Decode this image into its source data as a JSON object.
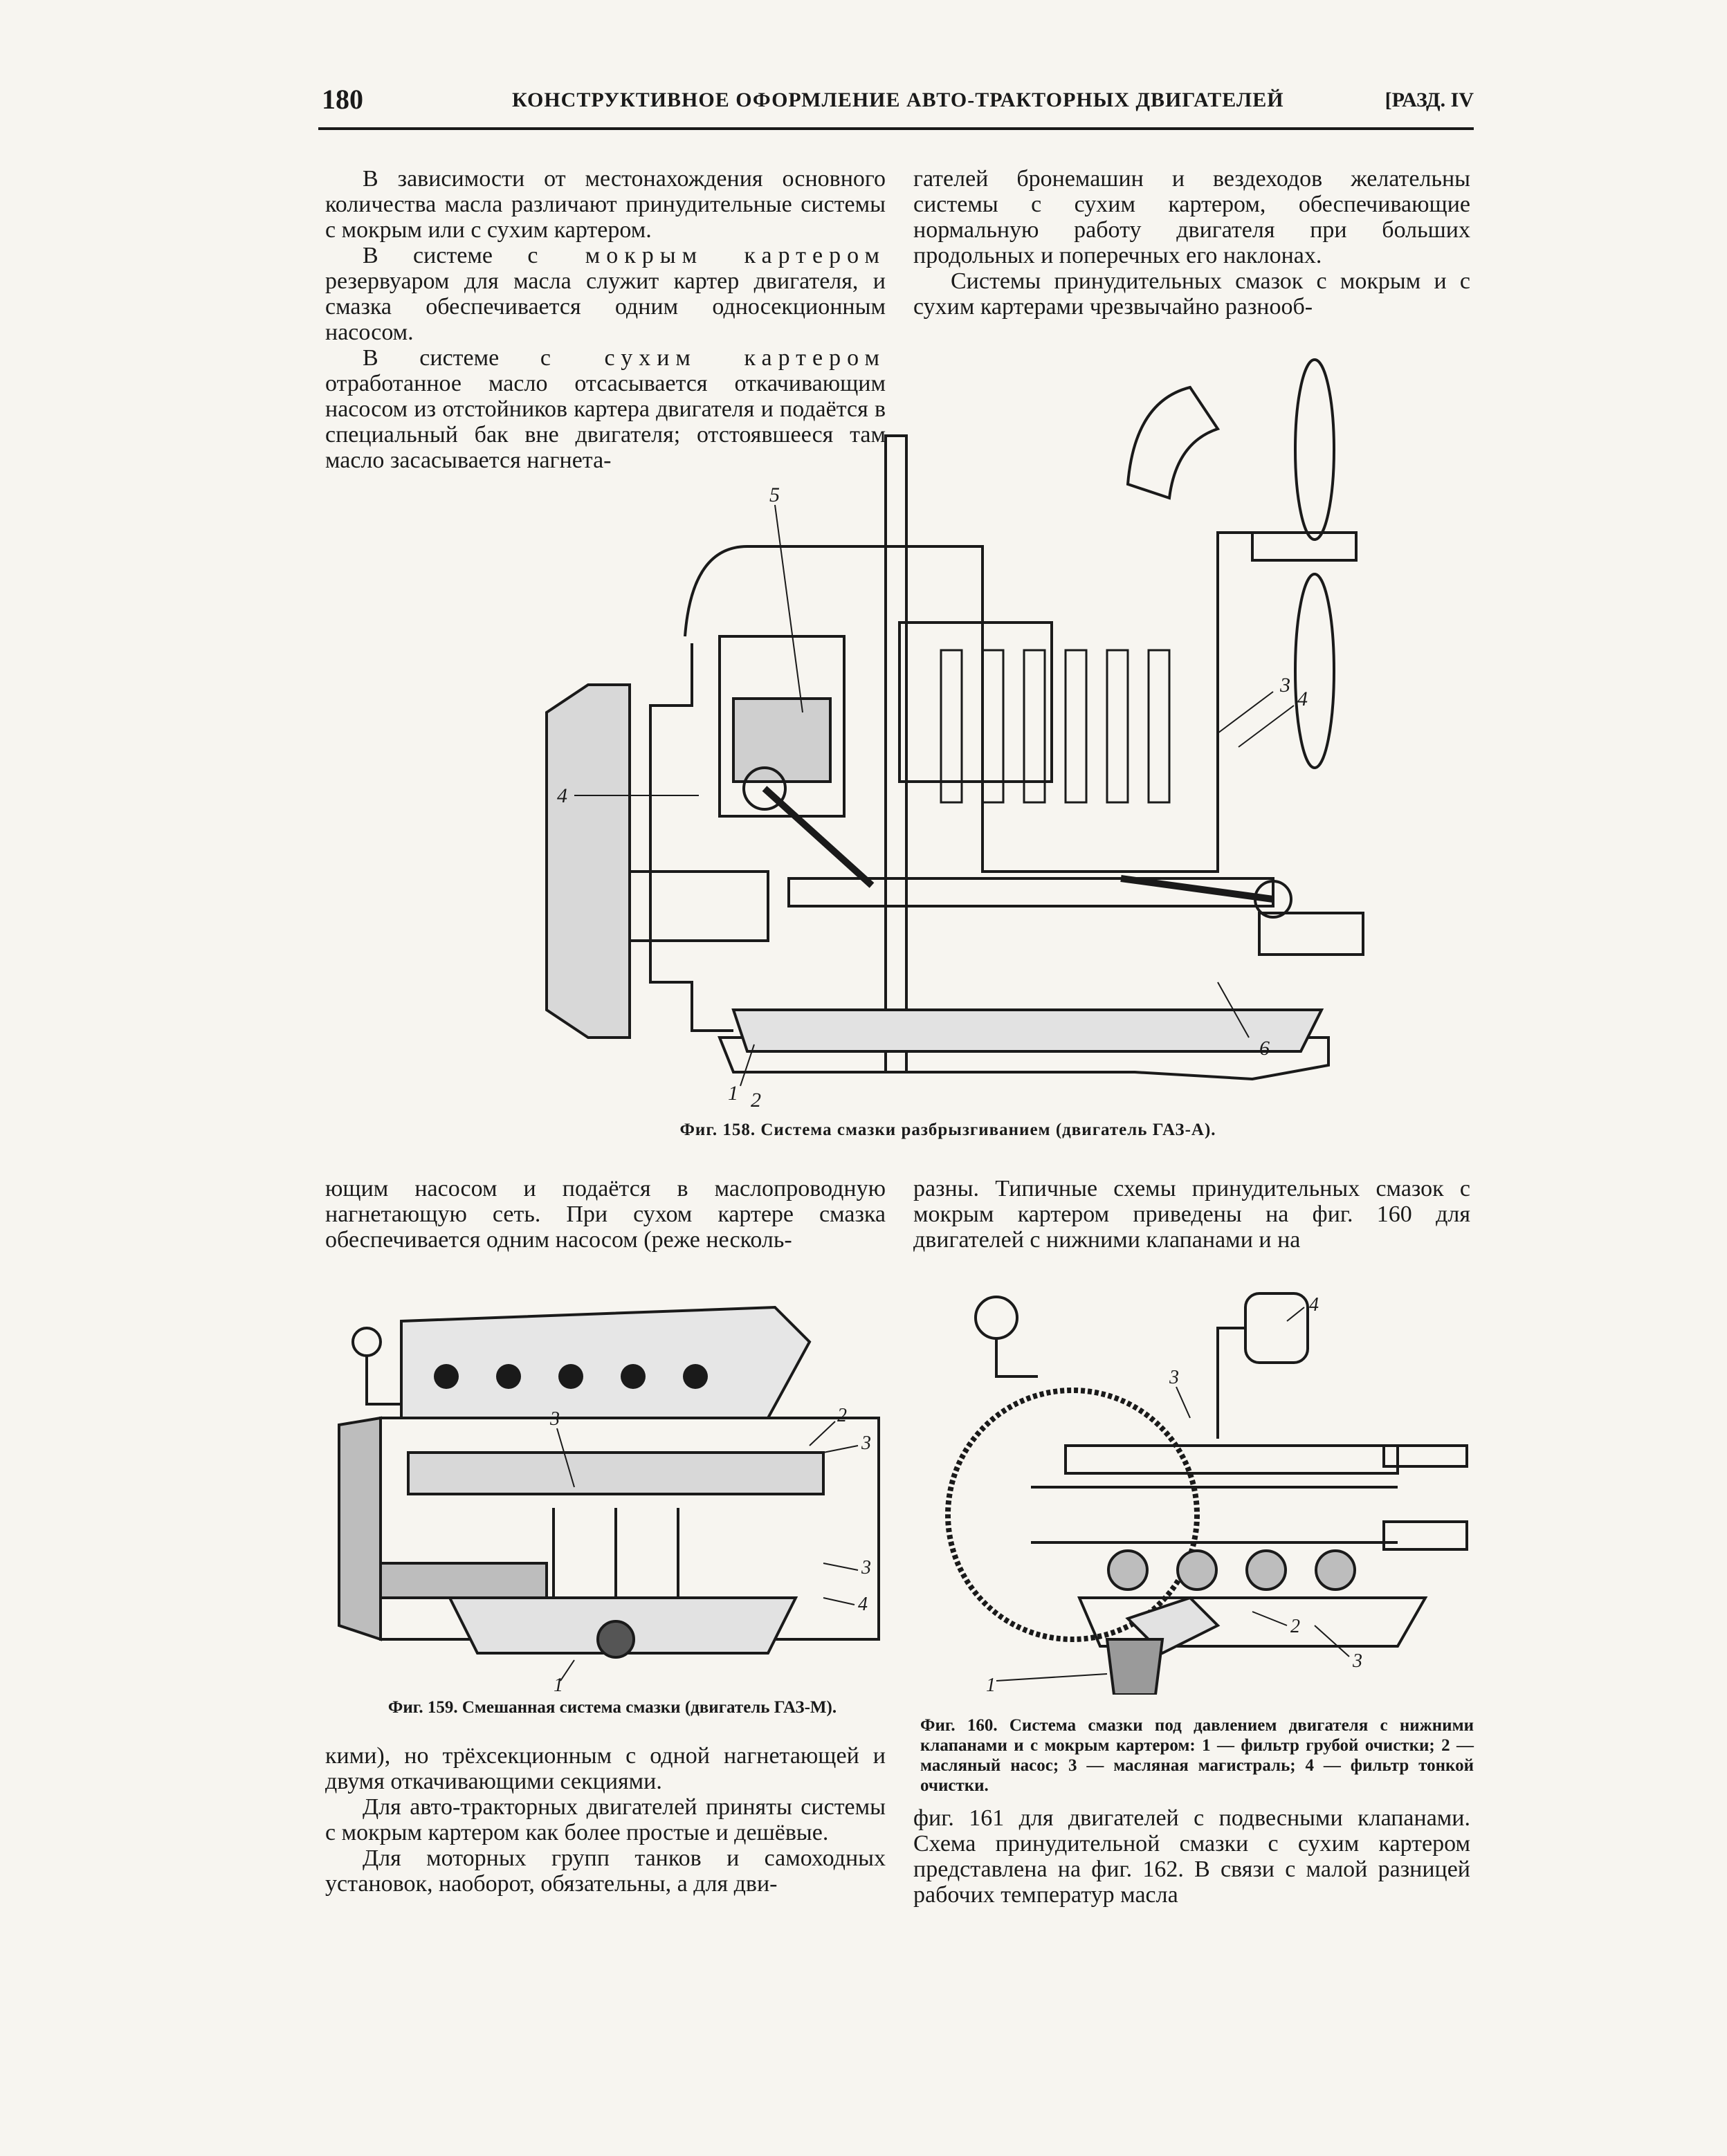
{
  "header": {
    "page_number": "180",
    "title": "КОНСТРУКТИВНОЕ ОФОРМЛЕНИЕ АВТО-ТРАКТОРНЫХ ДВИГАТЕЛЕЙ",
    "section": "[РАЗД. IV"
  },
  "left_top": {
    "p1": "В зависимости от местонахождения основного количества масла различают принудительные системы с мокрым или с сухим картером.",
    "p2_a": "В системе ",
    "p2_em": "с мокрым картером",
    "p2_b": " резервуаром для масла служит картер двигателя, и смазка обеспечивается одним односекционным насосом.",
    "p3_a": "В системе ",
    "p3_em": "с сухим картером",
    "p3_b": " отработанное масло отсасывается откачивающим насосом из отстойников картера двигателя и подаётся в специальный бак вне двигателя; отстоявшееся там масло засасывается нагнета-"
  },
  "right_top": {
    "p1": "гателей бронемашин и вездеходов желательны системы с сухим картером, обеспечивающие нормальную работу двигателя при больших продольных и поперечных его наклонах.",
    "p2": "Системы принудительных смазок с мокрым и с сухим картерами чрезвычайно разнооб-"
  },
  "fig158": {
    "caption": "Фиг. 158. Система смазки разбрызгиванием (двигатель ГАЗ-А).",
    "labels": [
      "5",
      "4",
      "3",
      "4",
      "1",
      "2",
      "6"
    ]
  },
  "left_mid": {
    "p1": "ющим насосом и подаётся в маслопроводную нагнетающую сеть. При сухом картере смазка обеспечивается одним насосом (реже несколь-"
  },
  "right_mid": {
    "p1": "разны. Типичные схемы принудительных смазок с мокрым картером приведены на фиг. 160 для двигателей с нижними клапанами и на"
  },
  "fig159": {
    "caption": "Фиг. 159. Смешанная система смазки (двигатель ГАЗ-М).",
    "labels": [
      "3",
      "2",
      "3",
      "3",
      "4",
      "1"
    ]
  },
  "fig160": {
    "caption": "Фиг. 160. Система смазки под давлением двигателя с нижними клапанами и с мокрым картером: 1 — фильтр грубой очистки; 2 — масляный насос; 3 — масляная магистраль; 4 — фильтр тонкой очистки.",
    "labels": [
      "4",
      "3",
      "2",
      "1",
      "3"
    ]
  },
  "left_bottom": {
    "p1": "кими), но трёхсекционным с одной нагнетающей и двумя откачивающими секциями.",
    "p2": "Для авто-тракторных двигателей приняты системы с мокрым картером как более простые и дешёвые.",
    "p3": "Для моторных групп танков и самоходных установок, наоборот, обязательны, а для дви-"
  },
  "right_bottom": {
    "p1": "фиг. 161 для двигателей с подвесными клапанами. Схема принудительной смазки с сухим картером представлена на фиг. 162. В связи с малой разницей рабочих температур масла"
  }
}
